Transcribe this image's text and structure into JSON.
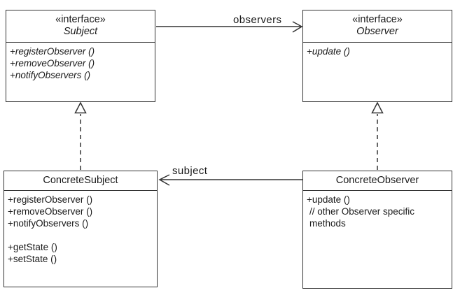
{
  "colors": {
    "line": "#333333",
    "text": "#1a1a1a",
    "background": "#ffffff"
  },
  "classes": {
    "subject": {
      "stereotype": "«interface»",
      "name": "Subject",
      "methods": [
        "+registerObserver ()",
        "+removeObserver ()",
        "+notifyObservers ()"
      ]
    },
    "observer": {
      "stereotype": "«interface»",
      "name": "Observer",
      "methods": [
        "+update ()"
      ]
    },
    "concreteSubject": {
      "name": "ConcreteSubject",
      "observerMethods": [
        "+registerObserver ()",
        "+removeObserver ()",
        "+notifyObservers ()"
      ],
      "stateMethods": [
        "+getState ()",
        "+setState ()"
      ]
    },
    "concreteObserver": {
      "name": "ConcreteObserver",
      "methods": [
        "+update ()"
      ],
      "commentLines": [
        "// other Observer specific",
        "methods"
      ]
    }
  },
  "relations": {
    "observers_label": "observers",
    "subject_label": "subject"
  }
}
